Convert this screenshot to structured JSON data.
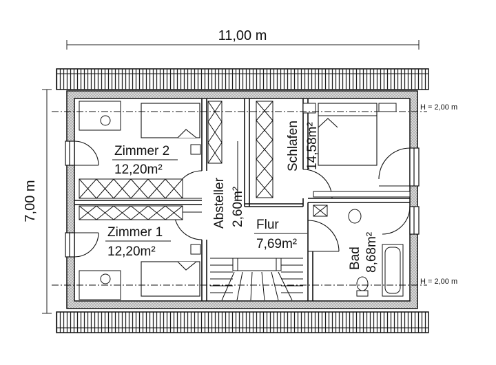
{
  "dimensions": {
    "width": "11,00 m",
    "depth": "7,00 m"
  },
  "height_markers": {
    "top": "H = 2,00 m",
    "bottom": "H = 2,00 m"
  },
  "rooms": {
    "zimmer2": {
      "name": "Zimmer 2",
      "area": "12,20m²"
    },
    "zimmer1": {
      "name": "Zimmer 1",
      "area": "12,20m²"
    },
    "abstell": {
      "name": "Absteller",
      "area": "2,60m²"
    },
    "flur": {
      "name": "Flur",
      "area": "7,69m²"
    },
    "schlafen": {
      "name": "Schlafen",
      "area": "14,58m²"
    },
    "bad": {
      "name": "Bad",
      "area": "8,68m²"
    }
  }
}
